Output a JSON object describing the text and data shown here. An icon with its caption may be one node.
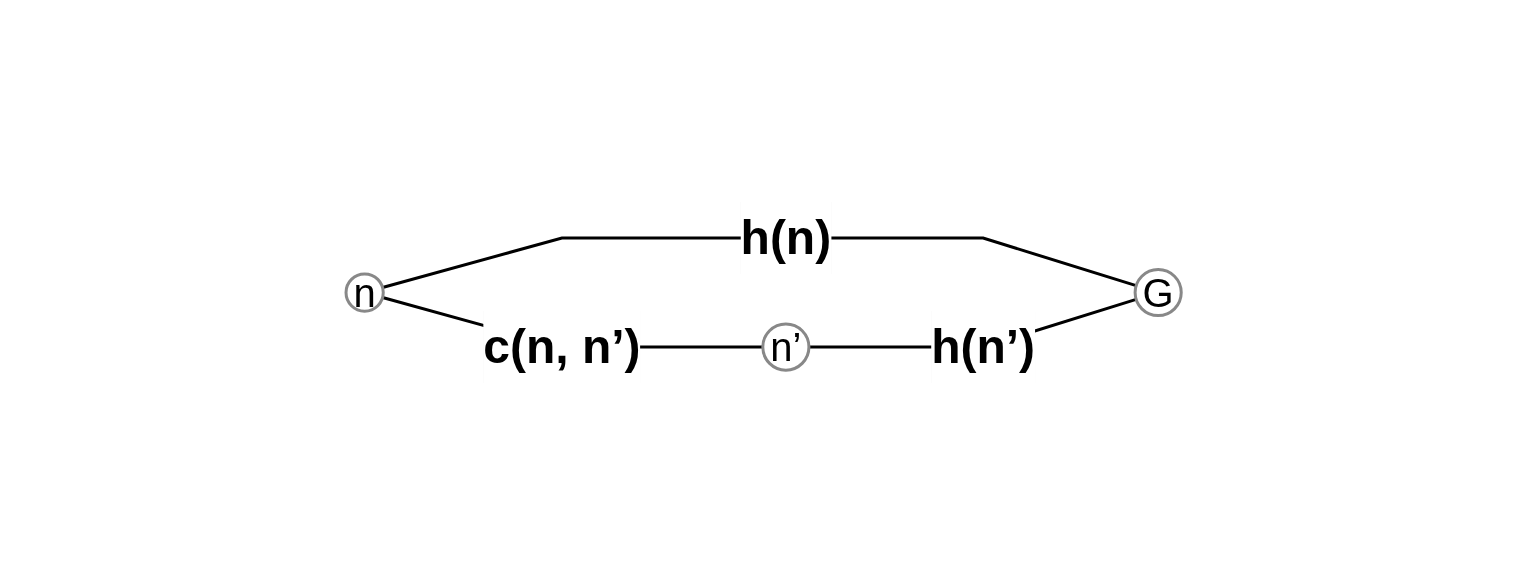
{
  "diagram": {
    "nodes": [
      {
        "text": [
          "n"
        ]
      },
      {
        "text": [
          "n’"
        ]
      },
      {
        "text": [
          "G"
        ]
      }
    ],
    "edges": [
      {
        "from": 0,
        "to": 2,
        "arrow": "none",
        "label": "h(n)"
      },
      {
        "from": 0,
        "to": 1,
        "arrow": "none",
        "label": "c(n, n’)"
      },
      {
        "from": 1,
        "to": 2,
        "arrow": "none",
        "label": "h(n’)"
      }
    ]
  }
}
